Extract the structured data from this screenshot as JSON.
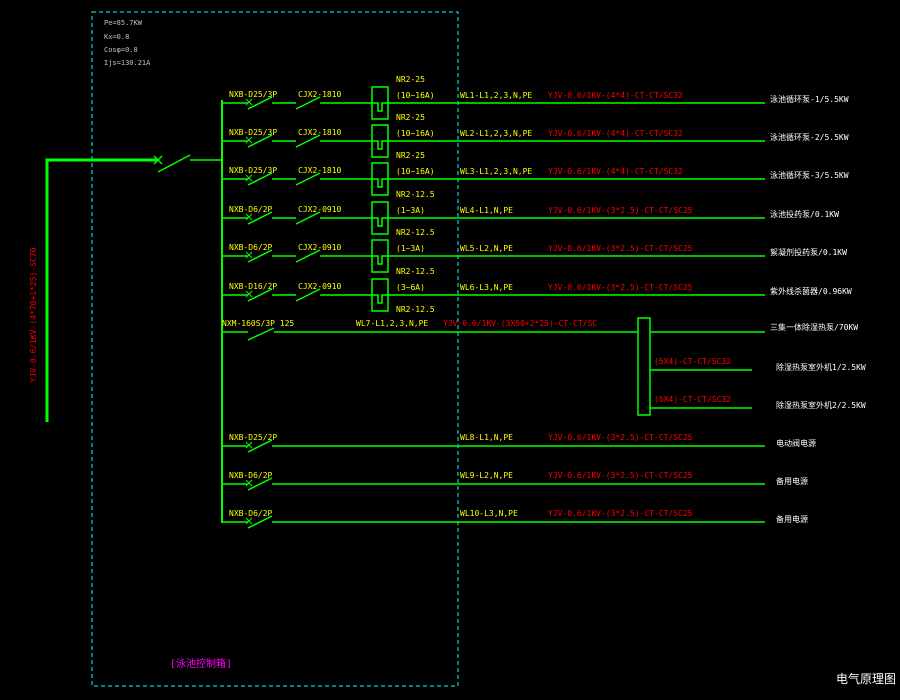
{
  "colors": {
    "background": "#000000",
    "busbar": "#00ff00",
    "component_label": "#ffff00",
    "cable_label": "#ff0000",
    "load_label": "#ffffff",
    "params": "#c0c0c0",
    "cabinet_border": "#00ffff",
    "cabinet_name": "#ff00ff",
    "sub_box": "#00ff00"
  },
  "params": [
    "Pe=85.7KW",
    "Kx=0.8",
    "Cosφ=0.8",
    "Ijs=130.21A"
  ],
  "incoming_cable": "YJV-0.6/1KV-(4*70+1*25)-SC70",
  "cabinet_name": "[泳池控制箱]",
  "drawing_title": "电气原理图",
  "circuits": [
    {
      "breaker": "NXB-D25/3P",
      "contactor": "CJX2-1810",
      "fuse": "NR2-25",
      "fuse_range": "(10~16A)",
      "circuit": "WL1-L1,2,3,N,PE",
      "cable": "YJV-0.6/1KV-(4*4)-CT-CT/SC32",
      "load": "泳池循环泵-1/5.5KW"
    },
    {
      "breaker": "NXB-D25/3P",
      "contactor": "CJX2-1810",
      "fuse": "NR2-25",
      "fuse_range": "(10~16A)",
      "circuit": "WL2-L1,2,3,N,PE",
      "cable": "YJV-0.6/1KV-(4*4)-CT-CT/SC32",
      "load": "泳池循环泵-2/5.5KW"
    },
    {
      "breaker": "NXB-D25/3P",
      "contactor": "CJX2-1810",
      "fuse": "NR2-25",
      "fuse_range": "(10~16A)",
      "circuit": "WL3-L1,2,3,N,PE",
      "cable": "YJV-0.6/1KV-(4*4)-CT-CT/SC32",
      "load": "泳池循环泵-3/5.5KW"
    },
    {
      "breaker": "NXB-D6/2P",
      "contactor": "CJX2-0910",
      "fuse": "NR2-12.5",
      "fuse_range": "(1~3A)",
      "circuit": "WL4-L1,N,PE",
      "cable": "YJV-0.6/1KV-(3*2.5)-CT-CT/SC25",
      "load": "泳池投药泵/0.1KW"
    },
    {
      "breaker": "NXB-D6/2P",
      "contactor": "CJX2-0910",
      "fuse": "NR2-12.5",
      "fuse_range": "(1~3A)",
      "circuit": "WL5-L2,N,PE",
      "cable": "YJV-0.6/1KV-(3*2.5)-CT-CT/SC25",
      "load": "絮凝剂投药泵/0.1KW"
    },
    {
      "breaker": "NXB-D16/2P",
      "contactor": "CJX2-0910",
      "fuse": "NR2-12.5",
      "fuse_range": "(3~6A)",
      "circuit": "WL6-L3,N,PE",
      "cable": "YJV-0.6/1KV-(3*2.5)-CT-CT/SC25",
      "load": "紫外线杀菌器/0.96KW"
    }
  ],
  "circuit7": {
    "breaker": "NXM-160S/3P 125",
    "fuse": "NR2-12.5",
    "circuit": "WL7-L1,2,3,N,PE",
    "cable": "YJV-0.6/1KV-(3X50+2*25)-CT-CT/SC",
    "load": "三集一体除湿热泵/70KW",
    "subs": [
      {
        "cable": "(5X4)-CT-CT/SC32",
        "load": "除湿热泵室外机1/2.5KW"
      },
      {
        "cable": "(5X4)-CT-CT/SC32",
        "load": "除湿热泵室外机2/2.5KW"
      }
    ]
  },
  "circuits_lower": [
    {
      "breaker": "NXB-D25/2P",
      "circuit": "WL8-L1,N,PE",
      "cable": "YJV-0.6/1KV-(3*2.5)-CT-CT/SC25",
      "load": "电动阀电源"
    },
    {
      "breaker": "NXB-D6/2P",
      "circuit": "WL9-L2,N,PE",
      "cable": "YJV-0.6/1KV-(3*2.5)-CT-CT/SC25",
      "load": "备用电源"
    },
    {
      "breaker": "NXB-D6/2P",
      "circuit": "WL10-L3,N,PE",
      "cable": "YJV-0.6/1KV-(3*2.5)-CT-CT/SC25",
      "load": "备用电源"
    }
  ]
}
